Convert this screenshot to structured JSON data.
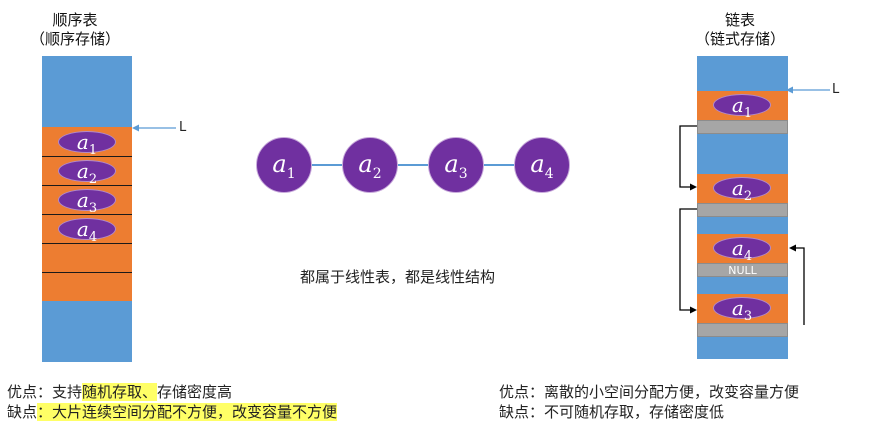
{
  "sequential": {
    "title": "顺序表",
    "subtitle": "（顺序存储）",
    "pointer_label": "L",
    "elements": [
      "a",
      "a",
      "a",
      "a"
    ],
    "subscripts": [
      "1",
      "2",
      "3",
      "4"
    ]
  },
  "nodes": {
    "labels": [
      "a",
      "a",
      "a",
      "a"
    ],
    "subscripts": [
      "1",
      "2",
      "3",
      "4"
    ]
  },
  "center_caption": "都属于线性表，都是线性结构",
  "linked": {
    "title": "链表",
    "subtitle": "（链式存储）",
    "pointer_label": "L",
    "null_text": "NULL",
    "nodes": [
      "a",
      "a",
      "a",
      "a"
    ],
    "subscripts": [
      "1",
      "2",
      "4",
      "3"
    ]
  },
  "notes": {
    "seq_pro_prefix": "优点：支持",
    "seq_pro_highlight": "随机存取、",
    "seq_pro_rest": "存储密度高",
    "seq_con_prefix": "缺点",
    "seq_con_highlight": "：大片连续空间分配不方便，改变容量不方便",
    "link_pro": "优点：离散的小空间分配方便，改变容量方便",
    "link_con": "缺点：不可随机存取，存储密度低"
  },
  "colors": {
    "memory_blue": "#5b9bd5",
    "cell_orange": "#ed7d31",
    "node_purple": "#7030a0",
    "pointer_grey": "#a6a6a6",
    "highlight_yellow": "#ffff66"
  }
}
